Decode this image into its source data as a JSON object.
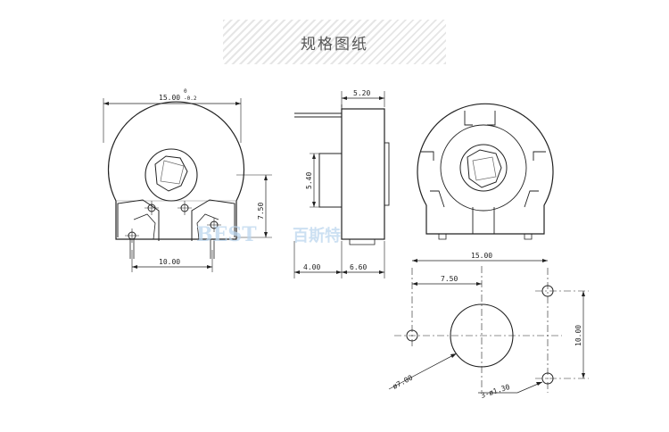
{
  "banner": {
    "title": "规格图纸"
  },
  "watermark": {
    "latin": "BEST",
    "chinese": "百斯特"
  },
  "front_view": {
    "width_dim": "15.00",
    "tol_upper": "0",
    "tol_lower": "-0.2",
    "pin_spacing": "10.00",
    "height_dim": "7.50"
  },
  "side_view": {
    "top_dim": "5.20",
    "shaft_dim": "5.40",
    "left_dim": "4.00",
    "right_dim": "6.60"
  },
  "pcb_layout": {
    "width_dim": "15.00",
    "center_offset": "7.50",
    "height_dim": "10.00",
    "hole_label": "ø7.00",
    "pin_hole_label": "3-ø1.30"
  },
  "colors": {
    "line": "#222222",
    "watermark": "#bcd6ee"
  }
}
